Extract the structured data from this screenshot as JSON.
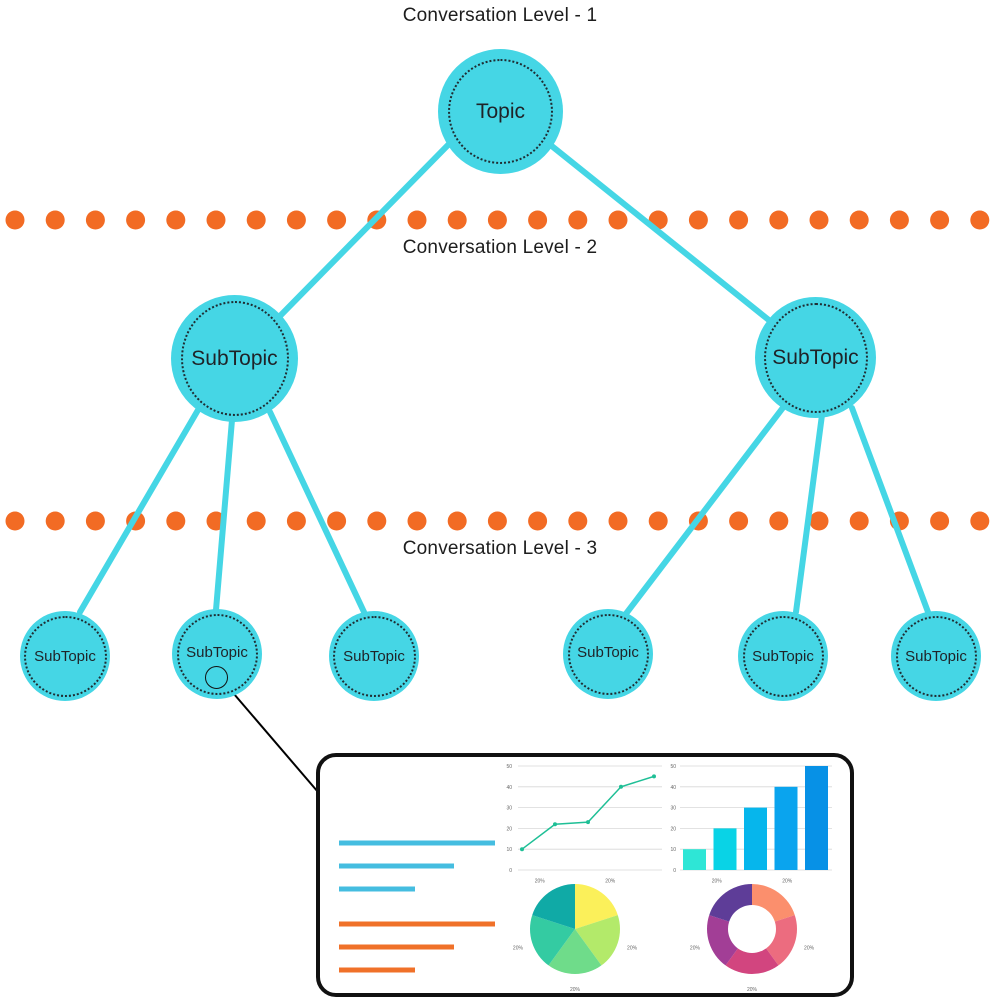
{
  "levels": {
    "l1": "Conversation Level - 1",
    "l2": "Conversation Level - 2",
    "l3": "Conversation Level - 3"
  },
  "nodes": {
    "root": "Topic",
    "sub_left": "SubTopic",
    "sub_right": "SubTopic",
    "leaf1": "SubTopic",
    "leaf2": "SubTopic",
    "leaf3": "SubTopic",
    "leaf4": "SubTopic",
    "leaf5": "SubTopic",
    "leaf6": "SubTopic"
  },
  "colors": {
    "node": "#45d6e5",
    "edge": "#45d6e5",
    "dots": "#f26b24",
    "panel_border": "#111111"
  },
  "panel": {
    "line_chart": {
      "y_ticks": [
        "0",
        "10",
        "20",
        "30",
        "40",
        "50"
      ],
      "values": [
        10,
        22,
        23,
        40,
        45
      ]
    },
    "bar_chart": {
      "y_ticks": [
        "0",
        "10",
        "20",
        "30",
        "40",
        "50"
      ],
      "values": [
        10,
        20,
        30,
        40,
        50
      ]
    },
    "pie_labels": [
      "20%",
      "20%",
      "20%",
      "20%",
      "20%"
    ],
    "donut_labels": [
      "20%",
      "20%",
      "20%",
      "20%",
      "20%"
    ]
  }
}
